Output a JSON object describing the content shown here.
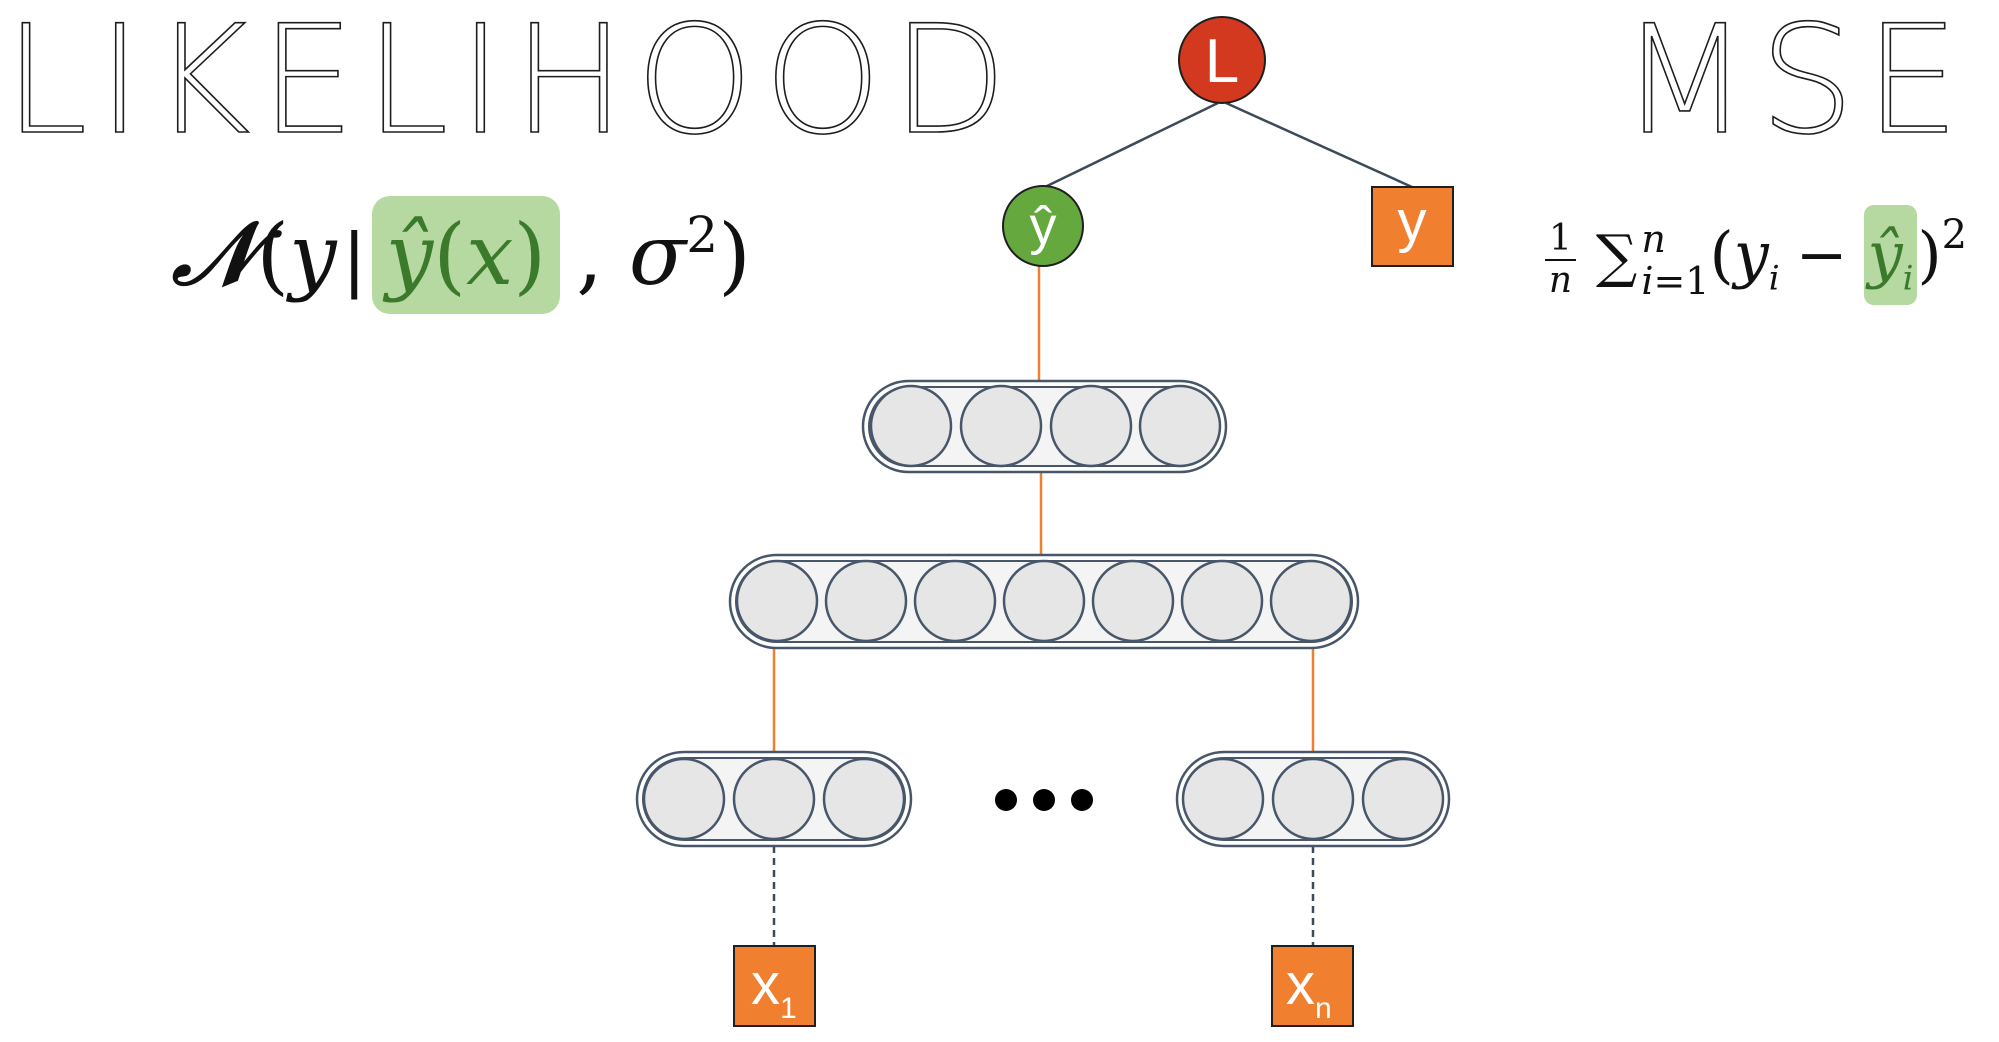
{
  "titles": {
    "left": "LIKELIHOOD",
    "right": "MSE"
  },
  "likelihood_formula": {
    "N": "𝒩",
    "open": "(",
    "y": "y",
    "bar": "|",
    "yhat": "ŷ",
    "x_open": "(",
    "x": "x",
    "x_close": ")",
    "comma": ",",
    "sigma": "σ",
    "sigma_pow": "2",
    "close": ")"
  },
  "mse_formula": {
    "frac_num": "1",
    "frac_den": "n",
    "sum": "∑",
    "sum_upper": "n",
    "sum_lower_var": "i",
    "sum_lower_rest": "=1",
    "open": "(",
    "y": "y",
    "y_sub": "i",
    "minus": "−",
    "yhat": "ŷ",
    "yhat_sub": "i",
    "close": ")",
    "pow": "2"
  },
  "graph": {
    "loss_node": "L",
    "prediction_node": "ŷ",
    "target_node": "y",
    "ellipsis": "•••",
    "input_first": "x",
    "input_first_sub": "1",
    "input_last": "x",
    "input_last_sub": "n"
  },
  "colors": {
    "loss": "#d2391f",
    "prediction": "#64a83e",
    "data_box": "#f08030",
    "highlight": "#b5d9a0",
    "highlight_text": "#3c7a2b",
    "edge_dark": "#3d4a5a",
    "edge_orange": "#f08030",
    "neuron_fill": "#e6e6e6",
    "layer_border": "#48566a"
  }
}
